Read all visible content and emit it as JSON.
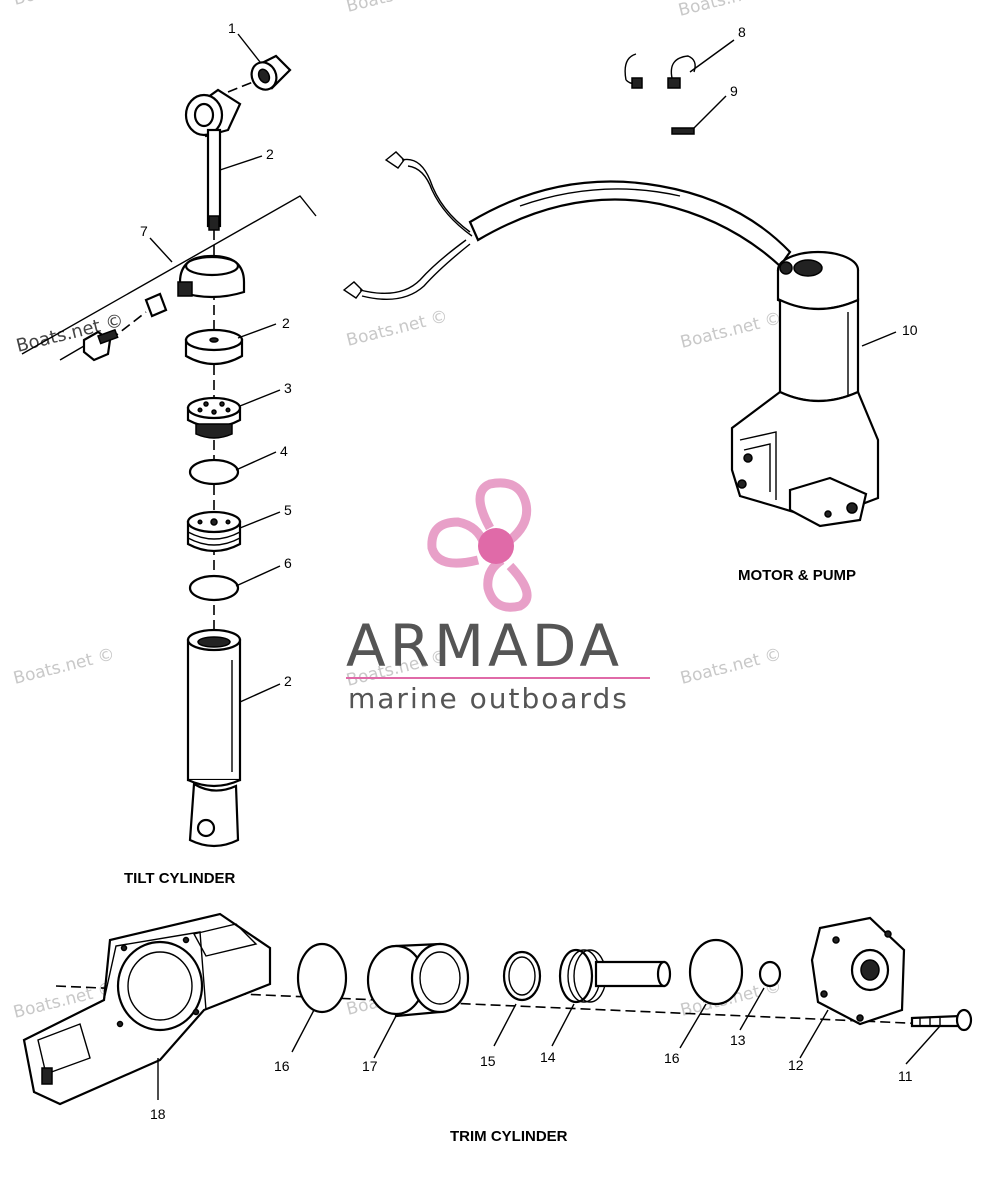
{
  "sections": {
    "tilt": "TILT CYLINDER",
    "motor": "MOTOR & PUMP",
    "trim": "TRIM CYLINDER"
  },
  "callouts": {
    "c1": "1",
    "c2a": "2",
    "c2b": "2",
    "c2c": "2",
    "c3": "3",
    "c4": "4",
    "c5": "5",
    "c6": "6",
    "c7": "7",
    "c8": "8",
    "c9": "9",
    "c10": "10",
    "c11": "11",
    "c12": "12",
    "c13": "13",
    "c14": "14",
    "c15": "15",
    "c16a": "16",
    "c16b": "16",
    "c17": "17",
    "c18": "18"
  },
  "watermark": {
    "text": "Boats.net ©"
  },
  "logo": {
    "brand": "ARMADA",
    "tagline": "marine outboards",
    "primary_color": "#e8a0c8",
    "hub_color": "#e06aa8",
    "text_color": "#555555",
    "rule_color": "#e06aa8"
  }
}
